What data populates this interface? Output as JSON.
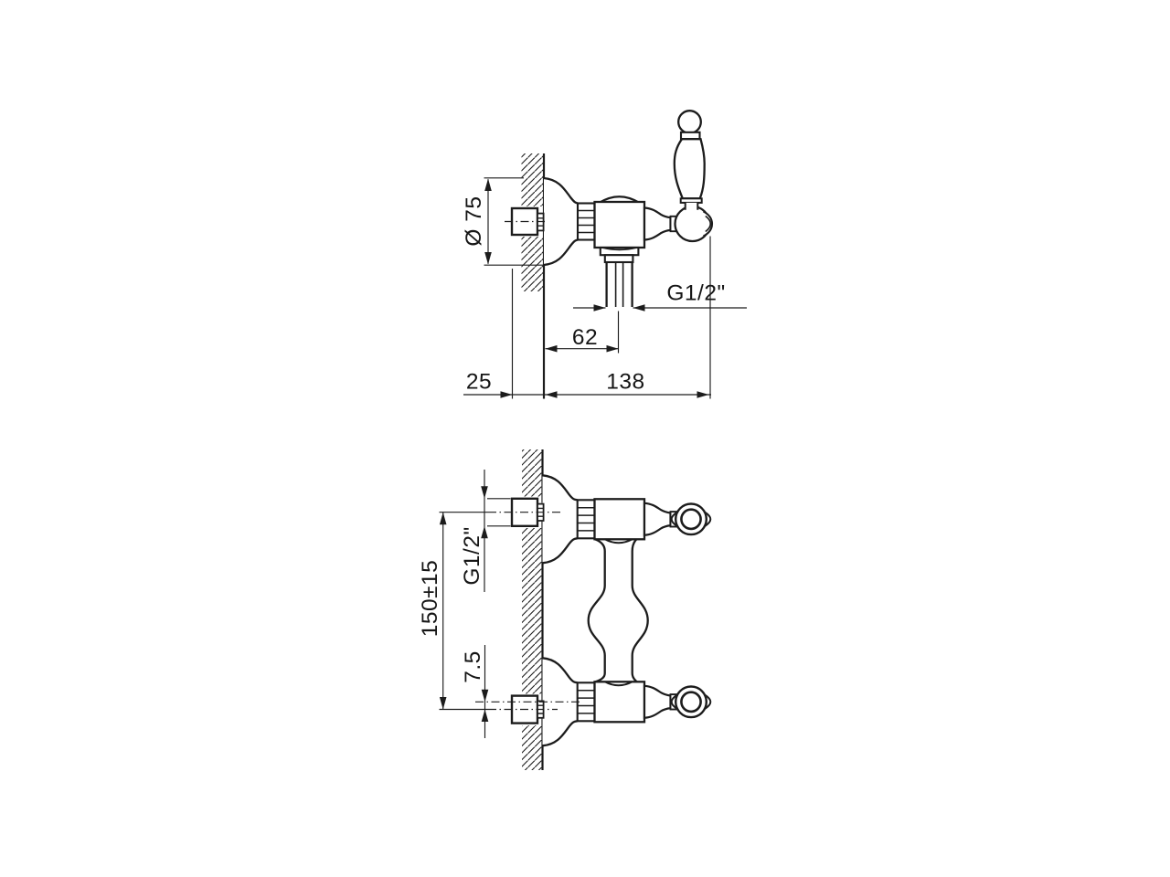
{
  "drawing": {
    "colors": {
      "line": "#1c1c1c",
      "background": "#ffffff"
    },
    "top_view": {
      "dim_diameter": "Ø 75",
      "dim_outlet_thread": "G1/2\"",
      "dim_wall_to_outlet": "62",
      "dim_eccentric_depth": "25",
      "dim_wall_to_handle_end": "138"
    },
    "front_view": {
      "dim_inlet_thread": "G1/2\"",
      "dim_inlet_spacing": "150±15",
      "dim_eccentric_offset": "7.5"
    }
  }
}
